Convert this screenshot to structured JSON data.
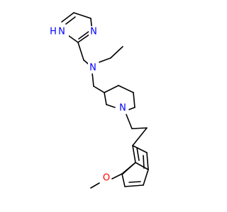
{
  "molecule": {
    "atoms": {
      "imidazole_nh": {
        "text": "H",
        "sub": "N",
        "color": "#0000FF"
      },
      "imidazole_n": {
        "text": "N",
        "color": "#0000FF"
      },
      "amine_n": {
        "text": "N",
        "color": "#0000FF"
      },
      "piperidine_n": {
        "text": "N",
        "color": "#0000FF"
      },
      "methoxy_o": {
        "text": "O",
        "color": "#FF0000"
      }
    },
    "colors": {
      "bond": "#000000",
      "nitrogen": "#0000FF",
      "oxygen": "#FF0000"
    }
  }
}
